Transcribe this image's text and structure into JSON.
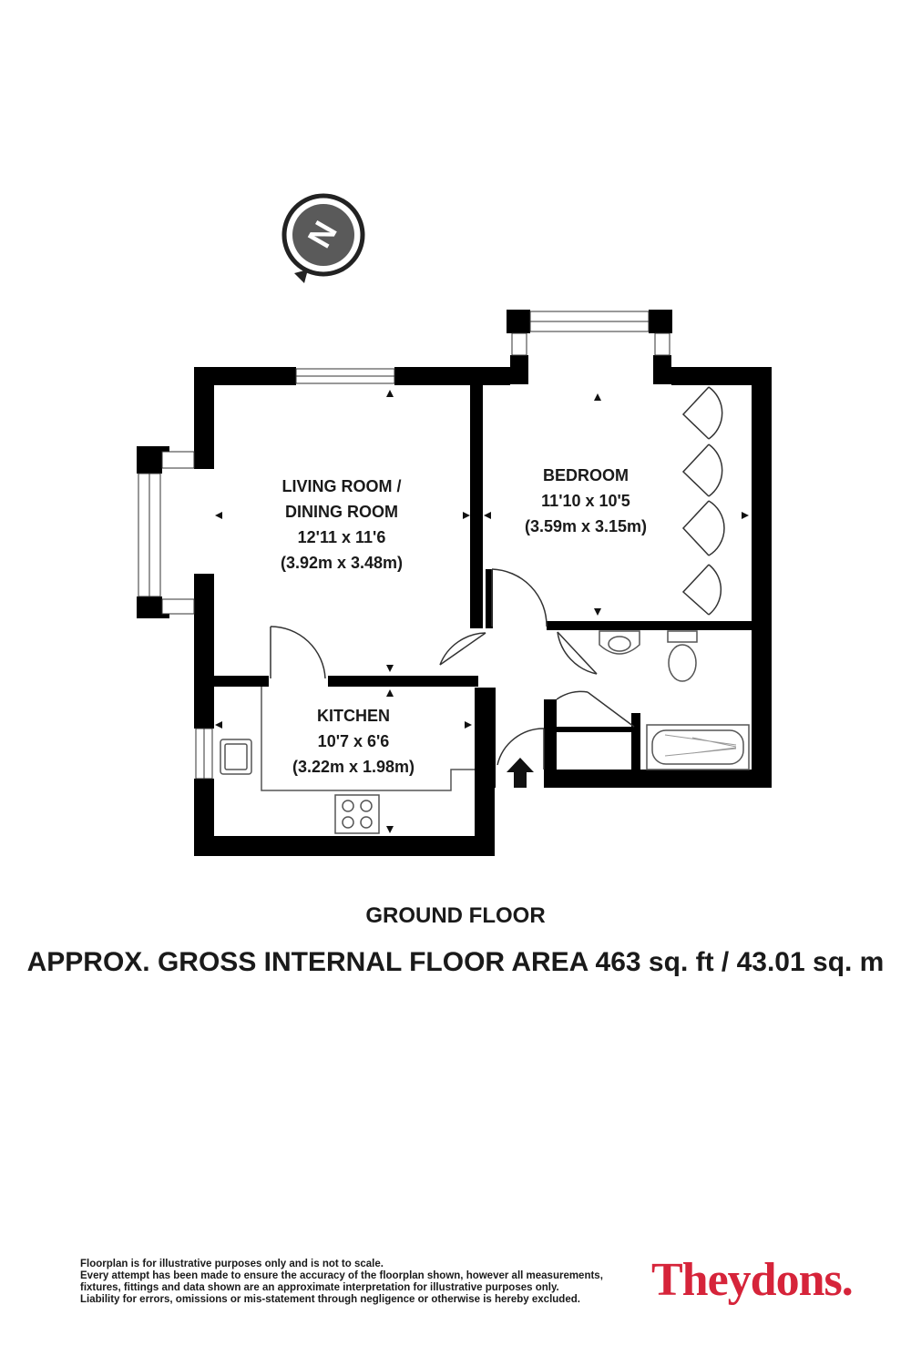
{
  "floorplan": {
    "rooms": [
      {
        "id": "living",
        "lines": [
          "LIVING ROOM /",
          "DINING ROOM",
          "12'11 x 11'6",
          "(3.92m x 3.48m)"
        ]
      },
      {
        "id": "bedroom",
        "lines": [
          "BEDROOM",
          "11'10 x 10'5",
          "(3.59m x 3.15m)"
        ]
      },
      {
        "id": "kitchen",
        "lines": [
          "KITCHEN",
          "10'7 x 6'6",
          "(3.22m x 1.98m)"
        ]
      }
    ],
    "floor_name": "GROUND FLOOR",
    "area_text": "APPROX. GROSS INTERNAL FLOOR AREA 463 sq. ft / 43.01 sq. m",
    "compass": {
      "icon": "north-compass-icon",
      "letter": "N"
    }
  },
  "footer": {
    "disclaimer": [
      "Floorplan is for illustrative purposes only and is not to scale.",
      "Every attempt has been made to ensure the accuracy of the floorplan shown, however all measurements,",
      "fixtures, fittings and data shown are an approximate interpretation for illustrative purposes only.",
      "Liability for errors, omissions or mis-statement through negligence or otherwise is hereby excluded."
    ],
    "brand": "Theydons.",
    "brand_color": "#d6243a"
  },
  "colors": {
    "wall": "#000000",
    "text": "#1a1a1a",
    "fixture": "#555555"
  }
}
